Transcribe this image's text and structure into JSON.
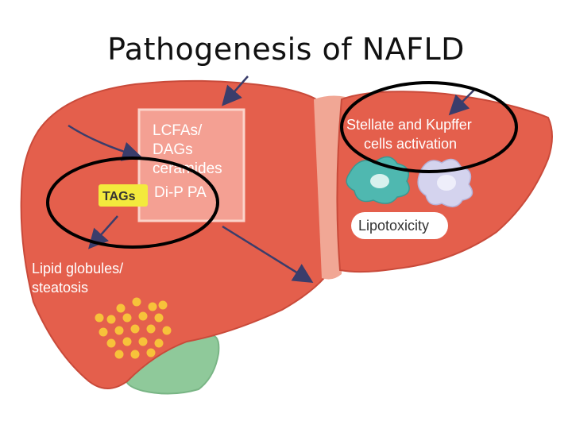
{
  "slide": {
    "title": "Pathogenesis of NAFLD"
  },
  "diagram": {
    "box_lines": [
      "LCFAs/",
      "DAGs",
      "ceramides",
      "Di-P PA"
    ],
    "tag": "TAGs",
    "stellate_lines": [
      "Stellate and Kupffer",
      "cells activation"
    ],
    "lipotoxicity": "Lipotoxicity",
    "lipid_lines": [
      "Lipid globules/",
      "steatosis"
    ]
  },
  "colors": {
    "liver": "#e45f4c",
    "liver_edge": "#c94a3a",
    "box_fill": "#f4a093",
    "tag_yellow": "#f3ea3d",
    "globule": "#f7c23a",
    "arrow": "#3a3d6b",
    "circle": "#000000",
    "gallbladder": "#8fc99a"
  }
}
